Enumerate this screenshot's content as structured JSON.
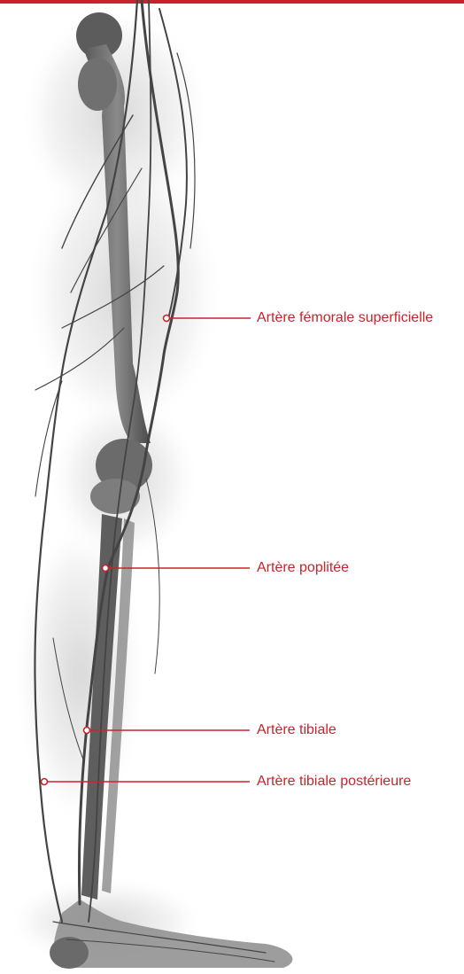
{
  "accent_color": "#c8232c",
  "labels": {
    "femoral": "Artère fémorale superficielle",
    "popliteal": "Artère poplitée",
    "tibial": "Artère tibiale",
    "posterior_tibial": "Artère tibiale postérieure"
  }
}
